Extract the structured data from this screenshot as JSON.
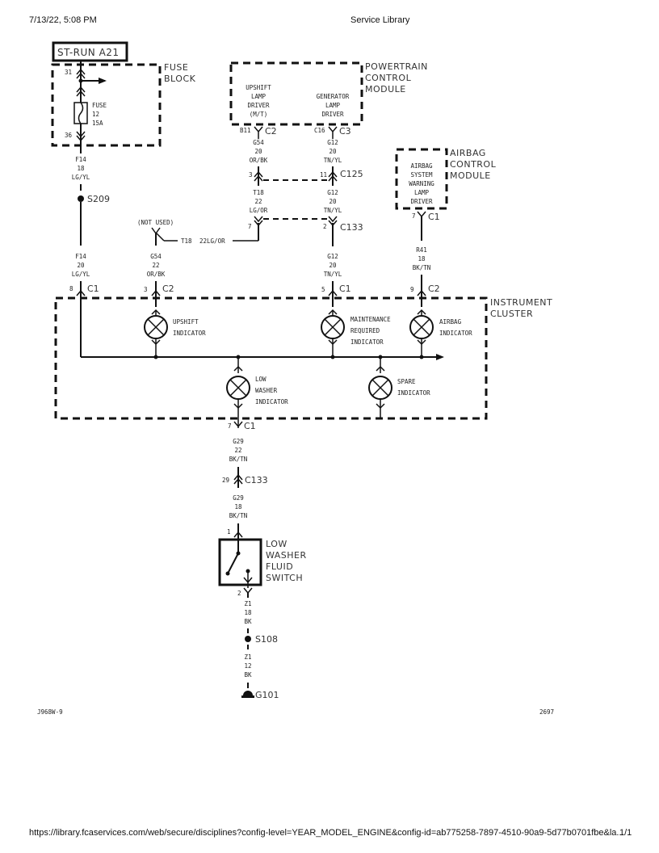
{
  "header": {
    "date": "7/13/22, 5:08 PM",
    "title": "Service Library"
  },
  "footer": {
    "url": "https://library.fcaservices.com/web/secure/disciplines?config-level=YEAR_MODEL_ENGINE&config-id=ab775258-7897-4510-90a9-5d77b0701fbe&la...",
    "page": "1/1"
  },
  "diagram": {
    "figure_id": "J968W-9",
    "figure_number": "2697",
    "power_source": "ST-RUN A21",
    "fuse_block": {
      "label": [
        "FUSE",
        "BLOCK"
      ],
      "pin_in": "31",
      "pin_out": "36",
      "fuse": [
        "FUSE",
        "12",
        "15A"
      ]
    },
    "pcm": {
      "label": [
        "POWERTRAIN",
        "CONTROL",
        "MODULE"
      ],
      "upshift_driver": [
        "UPSHIFT",
        "LAMP",
        "DRIVER",
        "(M/T)"
      ],
      "generator_driver": [
        "GENERATOR",
        "LAMP",
        "DRIVER"
      ],
      "upshift_pin": "B11",
      "upshift_conn": "C2",
      "generator_pin": "C16",
      "generator_conn": "C3"
    },
    "acm": {
      "label": [
        "AIRBAG",
        "CONTROL",
        "MODULE"
      ],
      "driver": [
        "AIRBAG",
        "SYSTEM",
        "WARNING",
        "LAMP",
        "DRIVER"
      ],
      "pin": "7",
      "conn": "C1"
    },
    "wires": {
      "f14_18": [
        "F14",
        "18",
        "LG/YL"
      ],
      "f14_20": [
        "F14",
        "20",
        "LG/YL"
      ],
      "g54_20": [
        "G54",
        "20",
        "OR/BK"
      ],
      "g12_20a": [
        "G12",
        "20",
        "TN/YL"
      ],
      "t18_22": [
        "T18",
        "22",
        "LG/OR"
      ],
      "g12_20b": [
        "G12",
        "20",
        "TN/YL"
      ],
      "g12_20c": [
        "G12",
        "20",
        "TN/YL"
      ],
      "g54_22": [
        "G54",
        "22",
        "OR/BK"
      ],
      "r41_18": [
        "R41",
        "18",
        "BK/TN"
      ],
      "g29_22": [
        "G29",
        "22",
        "BK/TN"
      ],
      "g29_18": [
        "G29",
        "18",
        "BK/TN"
      ],
      "z1_18": [
        "Z1",
        "18",
        "BK"
      ],
      "z1_12": [
        "Z1",
        "12",
        "BK"
      ],
      "t18_horiz": "T18",
      "t18_horiz2": "22LG/OR"
    },
    "splices": {
      "s209": "S209",
      "s108": "S108",
      "ground": "G101"
    },
    "not_used": "(NOT USED)",
    "connectors": {
      "c125": {
        "name": "C125",
        "pin_left": "3",
        "pin_right": "11"
      },
      "c133": {
        "name": "C133",
        "pin_left": "7",
        "pin_right": "2",
        "pin_g29": "29"
      },
      "ic_c1_8": {
        "pin": "8",
        "name": "C1"
      },
      "ic_c2_3": {
        "pin": "3",
        "name": "C2"
      },
      "ic_c1_5": {
        "pin": "5",
        "name": "C1"
      },
      "ic_c2_9": {
        "pin": "9",
        "name": "C2"
      },
      "ic_c1_7": {
        "pin": "7",
        "name": "C1"
      }
    },
    "instrument_cluster": {
      "label": [
        "INSTRUMENT",
        "CLUSTER"
      ],
      "lamps": {
        "upshift": [
          "UPSHIFT",
          "INDICATOR"
        ],
        "maintenance": [
          "MAINTENANCE",
          "REQUIRED",
          "INDICATOR"
        ],
        "airbag": [
          "AIRBAG",
          "INDICATOR"
        ],
        "low_washer": [
          "LOW",
          "WASHER",
          "INDICATOR"
        ],
        "spare": [
          "SPARE",
          "INDICATOR"
        ]
      }
    },
    "switch": {
      "label": [
        "LOW",
        "WASHER",
        "FLUID",
        "SWITCH"
      ],
      "pin1": "1",
      "pin2": "2"
    }
  }
}
